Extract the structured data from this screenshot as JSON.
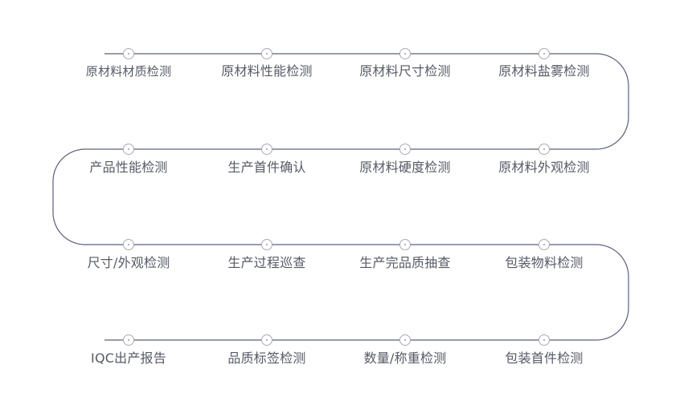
{
  "diagram": {
    "type": "serpentine-process-flow",
    "line_color": "#5b5f82",
    "marker_color": "#a9aabb",
    "text_color": "#555a66",
    "rows": [
      {
        "direction": "left-to-right",
        "steps": [
          "原材料材质检测",
          "原材料性能检测",
          "原材料尺寸检测",
          "原材料盐雾检测"
        ]
      },
      {
        "direction": "right-to-left",
        "steps": [
          "产品性能检测",
          "生产首件确认",
          "原材料硬度检测",
          "原材料外观检测"
        ]
      },
      {
        "direction": "left-to-right",
        "steps": [
          "尺寸/外观检测",
          "生产过程巡查",
          "生产完品质抽查",
          "包装物料检测"
        ]
      },
      {
        "direction": "right-to-left",
        "steps": [
          "IQC出产报告",
          "品质标签检测",
          "数量/称重检测",
          "包装首件检测"
        ]
      }
    ]
  }
}
